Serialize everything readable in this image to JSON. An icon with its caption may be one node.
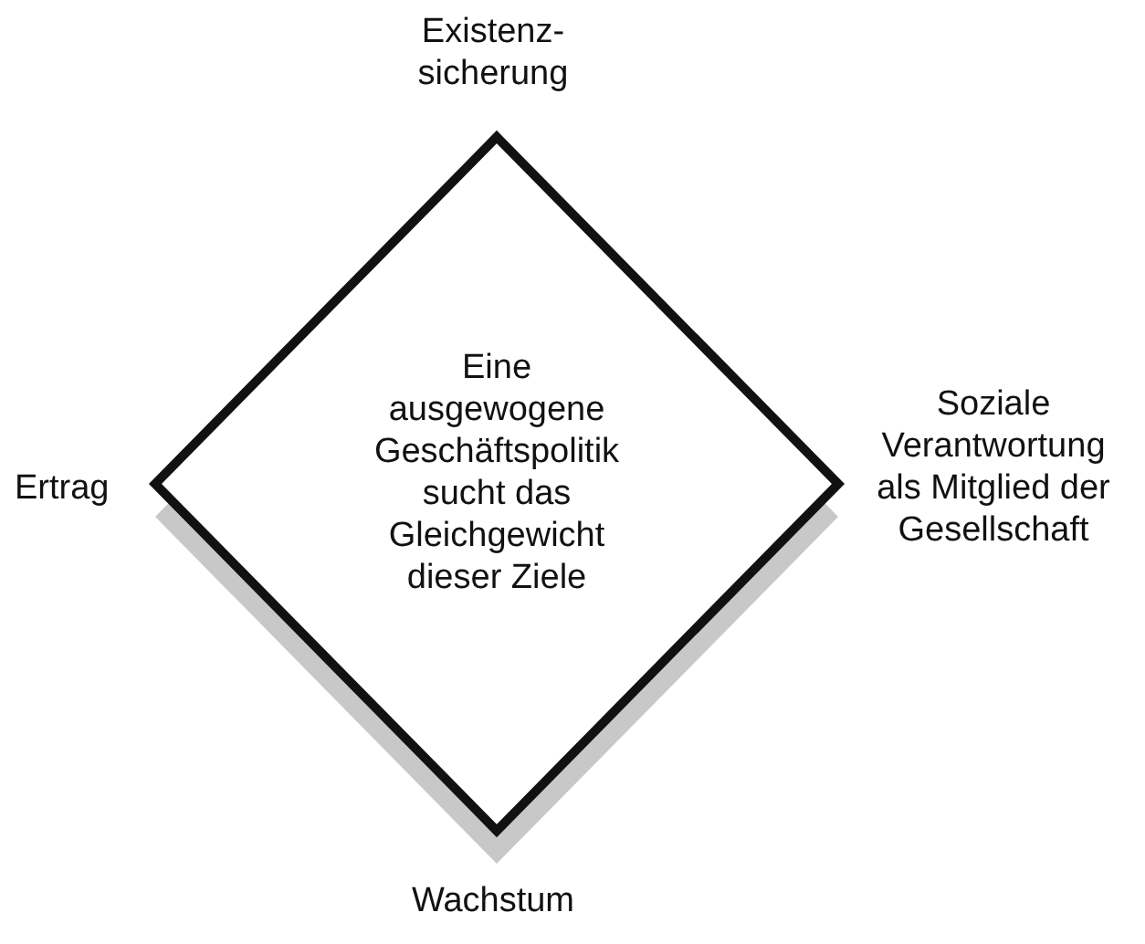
{
  "diagram": {
    "nodes": [
      {
        "text": [
          "Eine ausgewogene Geschäftspolitik sucht das Gleichgewicht dieser Ziele"
        ]
      }
    ],
    "labels": [
      "Existenz-sicherung",
      "Ertrag",
      "Soziale Verantwortung als Mitglied der Gesellschaft",
      "Wachstum"
    ]
  }
}
